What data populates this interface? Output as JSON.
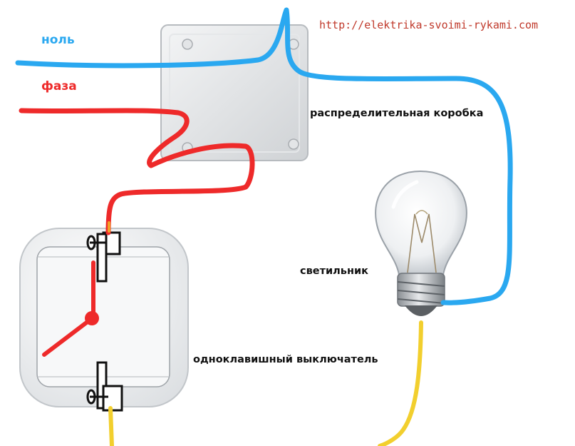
{
  "labels": {
    "url": "http://elektrika-svoimi-rykami.com",
    "neutral": "ноль",
    "phase": "фаза",
    "junction_box": "распределительная коробка",
    "lamp": "светильник",
    "switch": "одноклавишный выключатель"
  },
  "colors": {
    "neutral_wire": "#2aa8f0",
    "phase_wire": "#ee2a2a",
    "switched_wire": "#f2cf2e",
    "url_text": "#c0392b",
    "neutral_label": "#2aa8f0",
    "phase_label": "#ee2a2a"
  }
}
